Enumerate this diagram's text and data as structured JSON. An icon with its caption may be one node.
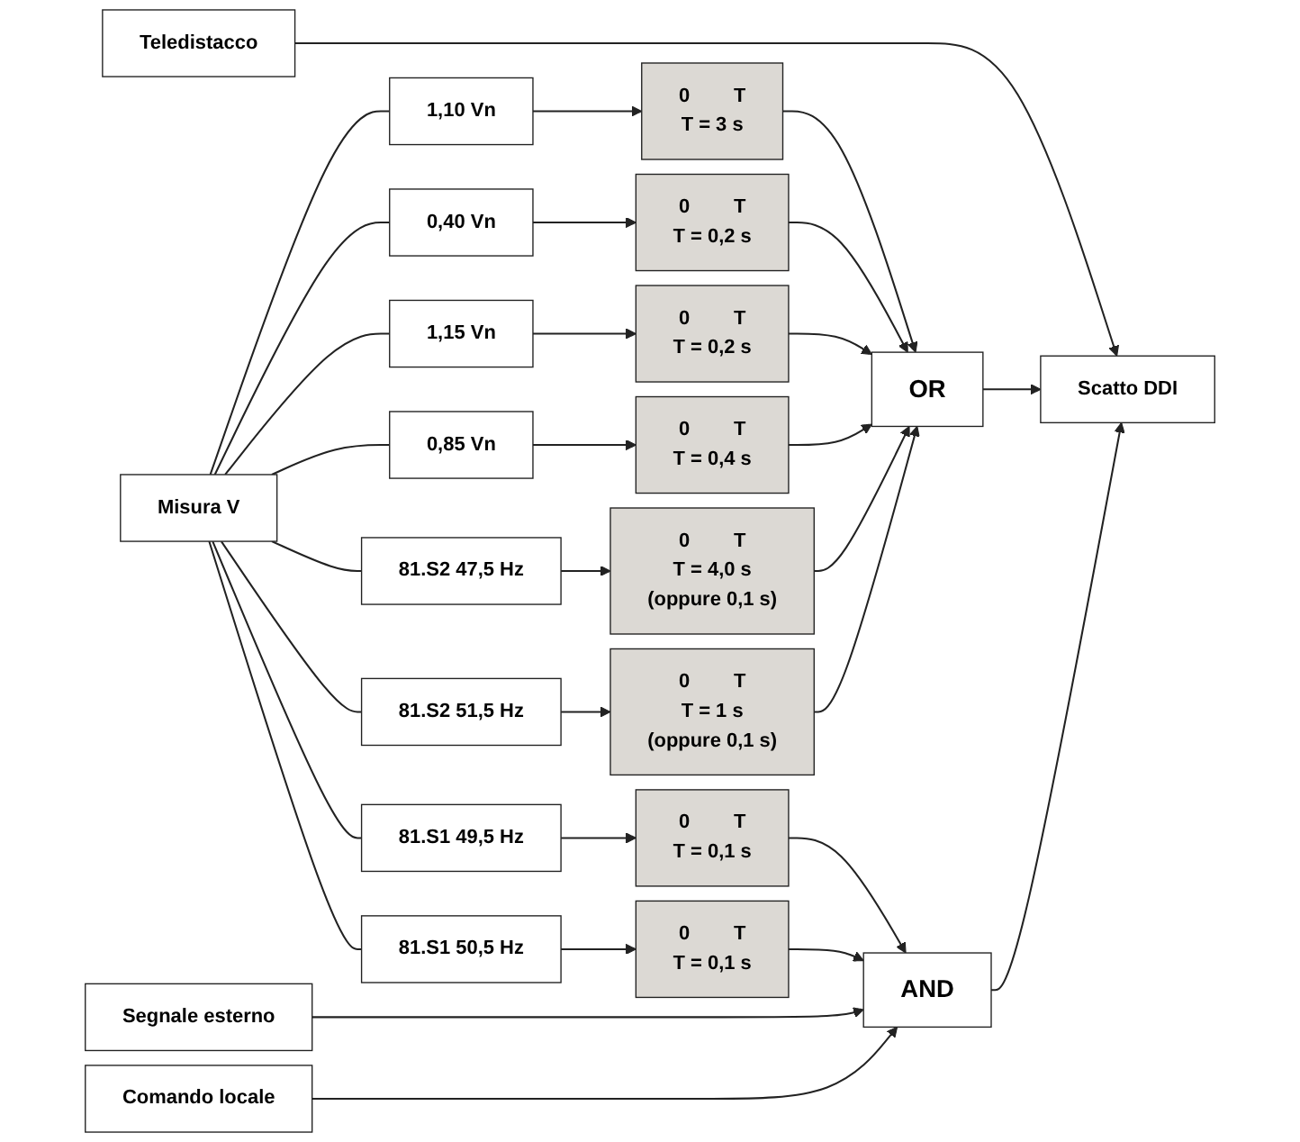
{
  "diagram": {
    "nodes": [
      {
        "text": [
          "Teledistacco"
        ]
      },
      {
        "text": [
          "Misura V"
        ]
      },
      {
        "text": [
          "1,10 Vn"
        ]
      },
      {
        "text": [
          "0",
          "T",
          "T = 3 s"
        ]
      },
      {
        "text": [
          "0,40 Vn"
        ]
      },
      {
        "text": [
          "0",
          "T",
          "T = 0,2 s"
        ]
      },
      {
        "text": [
          "1,15 Vn"
        ]
      },
      {
        "text": [
          "0",
          "T",
          "T = 0,2 s"
        ]
      },
      {
        "text": [
          "0,85 Vn"
        ]
      },
      {
        "text": [
          "0",
          "T",
          "T = 0,4 s"
        ]
      },
      {
        "text": [
          "81.S2 47,5 Hz"
        ]
      },
      {
        "text": [
          "0",
          "T",
          "T = 4,0 s",
          "(oppure 0,1 s)"
        ]
      },
      {
        "text": [
          "81.S2 51,5 Hz"
        ]
      },
      {
        "text": [
          "0",
          "T",
          "T = 1 s",
          "(oppure 0,1 s)"
        ]
      },
      {
        "text": [
          "81.S1 49,5 Hz"
        ]
      },
      {
        "text": [
          "0",
          "T",
          "T = 0,1 s"
        ]
      },
      {
        "text": [
          "81.S1 50,5 Hz"
        ]
      },
      {
        "text": [
          "0",
          "T",
          "T = 0,1 s"
        ]
      },
      {
        "text": [
          "OR"
        ]
      },
      {
        "text": [
          "Scatto DDI"
        ]
      },
      {
        "text": [
          "AND"
        ]
      },
      {
        "text": [
          "Segnale esterno"
        ]
      },
      {
        "text": [
          "Comando locale"
        ]
      }
    ],
    "edges": [
      {
        "from": 1,
        "to": 2,
        "arrow": "none"
      },
      {
        "from": 1,
        "to": 4,
        "arrow": "none"
      },
      {
        "from": 1,
        "to": 6,
        "arrow": "none"
      },
      {
        "from": 1,
        "to": 8,
        "arrow": "none"
      },
      {
        "from": 1,
        "to": 10,
        "arrow": "none"
      },
      {
        "from": 1,
        "to": 12,
        "arrow": "none"
      },
      {
        "from": 1,
        "to": 14,
        "arrow": "none"
      },
      {
        "from": 1,
        "to": 16,
        "arrow": "none"
      },
      {
        "from": 2,
        "to": 3,
        "arrow": "to"
      },
      {
        "from": 4,
        "to": 5,
        "arrow": "to"
      },
      {
        "from": 6,
        "to": 7,
        "arrow": "to"
      },
      {
        "from": 8,
        "to": 9,
        "arrow": "to"
      },
      {
        "from": 10,
        "to": 11,
        "arrow": "to"
      },
      {
        "from": 12,
        "to": 13,
        "arrow": "to"
      },
      {
        "from": 14,
        "to": 15,
        "arrow": "to"
      },
      {
        "from": 16,
        "to": 17,
        "arrow": "to"
      },
      {
        "from": 3,
        "to": 18,
        "arrow": "to"
      },
      {
        "from": 5,
        "to": 18,
        "arrow": "to"
      },
      {
        "from": 7,
        "to": 18,
        "arrow": "to"
      },
      {
        "from": 9,
        "to": 18,
        "arrow": "to"
      },
      {
        "from": 11,
        "to": 18,
        "arrow": "to"
      },
      {
        "from": 13,
        "to": 18,
        "arrow": "to"
      },
      {
        "from": 15,
        "to": 20,
        "arrow": "to"
      },
      {
        "from": 17,
        "to": 20,
        "arrow": "to"
      },
      {
        "from": 21,
        "to": 20,
        "arrow": "to"
      },
      {
        "from": 22,
        "to": 20,
        "arrow": "to"
      },
      {
        "from": 0,
        "to": 19,
        "arrow": "to"
      },
      {
        "from": 18,
        "to": 19,
        "arrow": "to"
      },
      {
        "from": 20,
        "to": 19,
        "arrow": "to"
      }
    ]
  }
}
